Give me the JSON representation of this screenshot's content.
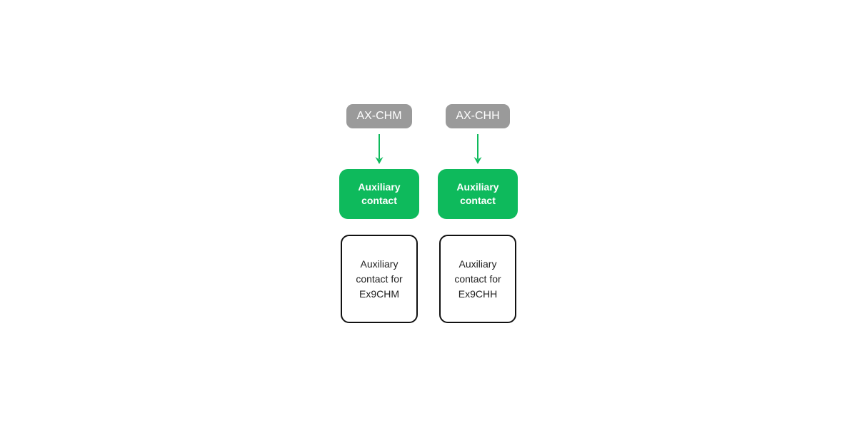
{
  "diagram": {
    "columns": [
      {
        "badge": "AX-CHM",
        "product": "Auxiliary contact",
        "description": "Auxiliary contact for Ex9CHM"
      },
      {
        "badge": "AX-CHH",
        "product": "Auxiliary contact",
        "description": "Auxiliary contact for Ex9CHH"
      }
    ],
    "colors": {
      "badge_bg": "#9a9a9a",
      "accent_green": "#0eba5c",
      "box_border": "#111111",
      "text_dark": "#212121",
      "text_light": "#ffffff",
      "background": "#ffffff"
    },
    "icons": [
      "arrow-down-icon",
      "arrow-down-icon"
    ]
  }
}
